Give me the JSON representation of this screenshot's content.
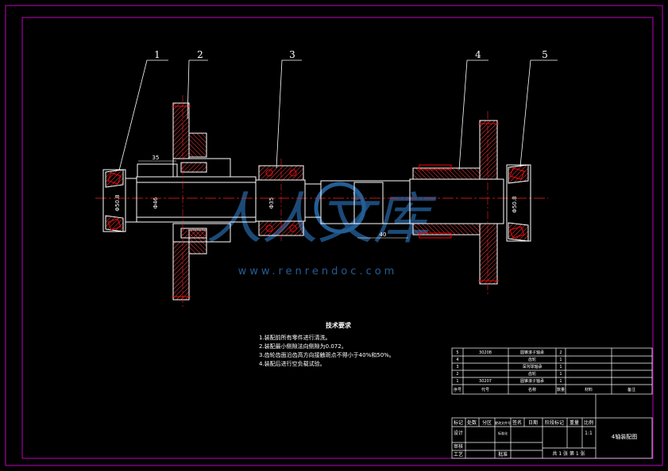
{
  "balloons": [
    {
      "number": "1"
    },
    {
      "number": "2"
    },
    {
      "number": "3"
    },
    {
      "number": "4"
    },
    {
      "number": "5"
    }
  ],
  "dimensions": {
    "d1": "35",
    "d2": "Φ46",
    "d3": "Φ50.8",
    "d4": "Φ35",
    "d5": "Φ50.8",
    "d6": "40"
  },
  "technical_requirements": {
    "title": "技术要求",
    "items": [
      "1.装配前所有零件进行清洗。",
      "2.装配最小侧隙法向侧隙为0.072。",
      "3.齿轮齿面沿齿高方向接触斑点不得小于40%和50%。",
      "4.装配后进行空负载试验。"
    ]
  },
  "parts_list": {
    "rows": [
      {
        "no": "5",
        "code": "30208",
        "name": "圆锥滚子轴承",
        "qty": "2"
      },
      {
        "no": "4",
        "code": "",
        "name": "齿轮",
        "qty": "1"
      },
      {
        "no": "3",
        "code": "",
        "name": "深沟球轴承",
        "qty": "1"
      },
      {
        "no": "2",
        "code": "",
        "name": "齿轮",
        "qty": "1"
      },
      {
        "no": "1",
        "code": "30207",
        "name": "圆锥滚子轴承",
        "qty": "1"
      }
    ],
    "header": {
      "no": "序号",
      "code": "代号",
      "name": "名称",
      "qty": "数量",
      "material": "材料",
      "remark": "备注"
    }
  },
  "title_block": {
    "labels": {
      "mark": "标记",
      "count": "处数",
      "zone": "分区",
      "change_doc": "更改文件号",
      "sign": "签名",
      "date": "日期",
      "design": "设计",
      "review": "审核",
      "process": "工艺",
      "standardize": "标准化",
      "approve": "批准",
      "stage_mark": "阶段标记",
      "weight": "重量",
      "scale": "比例"
    },
    "scale_value": "1:1",
    "drawing_name": "4轴装配图",
    "sheets": "共 1 张  第 1 张"
  },
  "watermark": {
    "text": "人人文库",
    "url": "www.renrendoc.com"
  },
  "colors": {
    "background": "#000000",
    "outer_frame": "#c000c0",
    "inner_frame": "#ffffff",
    "part_red": "#ff0000",
    "hatch": "#ff4040",
    "center_line": "#ff2020",
    "leader": "#ffffff",
    "watermark": "#2a6fb0"
  }
}
